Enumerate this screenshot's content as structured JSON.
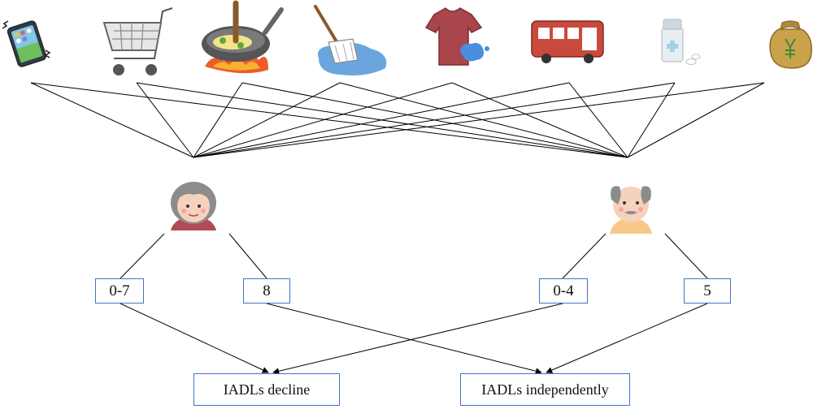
{
  "icons": [
    {
      "name": "phone-icon",
      "item": "telephone"
    },
    {
      "name": "shopping-cart-icon",
      "item": "shopping"
    },
    {
      "name": "cooking-pan-icon",
      "item": "food preparation"
    },
    {
      "name": "mop-icon",
      "item": "housekeeping"
    },
    {
      "name": "laundry-shirt-icon",
      "item": "laundry"
    },
    {
      "name": "bus-icon",
      "item": "transportation"
    },
    {
      "name": "medicine-icon",
      "item": "medication"
    },
    {
      "name": "money-bag-icon",
      "item": "finances"
    }
  ],
  "groups": {
    "female": {
      "icon": "grandmother-icon",
      "low_label": "0-7",
      "high_label": "8"
    },
    "male": {
      "icon": "grandfather-icon",
      "low_label": "0-4",
      "high_label": "5"
    }
  },
  "outcomes": {
    "decline": "IADLs decline",
    "independent": "IADLs independently"
  },
  "colors": {
    "box_border": "#4472c4",
    "line": "#000000"
  }
}
